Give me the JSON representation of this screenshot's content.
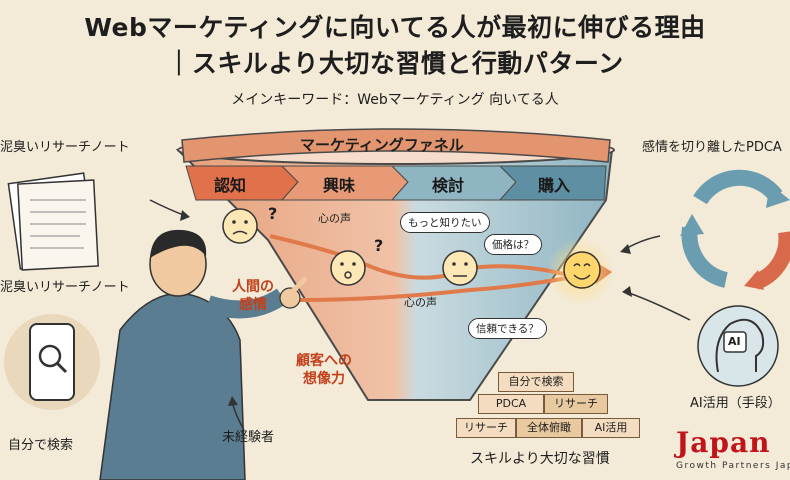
{
  "header": {
    "title_line1": "Webマーケティングに向いてる人が最初に伸びる理由",
    "title_line2": "｜スキルより大切な習慣と行動パターン",
    "keyword_line": "メインキーワード：Webマーケティング 向いてる人"
  },
  "funnel": {
    "title": "マーケティングファネル",
    "stages": [
      "認知",
      "興味",
      "検討",
      "購入"
    ],
    "colors": {
      "stage1": "#e0714a",
      "stage2": "#e89a76",
      "stage3": "#8fb5c2",
      "stage4": "#5f8fa2"
    }
  },
  "bubbles": {
    "want_more": "もっと知りたい",
    "price": "価格は？",
    "trust": "信頼できる？"
  },
  "inner_labels": {
    "voice1": "心の声",
    "voice2": "心の声",
    "question": "?"
  },
  "left": {
    "note_top": "泥臭いリサーチノート",
    "note_bottom": "泥臭いリサーチノート",
    "search_self": "自分で検索",
    "inexperienced": "未経験者"
  },
  "red_labels": {
    "human_emotion": "人間の\n感情",
    "customer_imagination": "顧客への\n想像力"
  },
  "right": {
    "pdca_title": "感情を切り離したPDCA",
    "ai_label": "AI活用（手段）",
    "ai_chip": "AI"
  },
  "habits": {
    "row_top": [
      "自分で検索"
    ],
    "row_mid": [
      "PDCA",
      "リサーチ"
    ],
    "row_bottom": [
      "リサーチ",
      "全体俯瞰",
      "AI活用"
    ],
    "caption": "スキルより大切な習慣"
  },
  "brand": {
    "name": "Japan",
    "tagline": "Growth Partners Japan"
  }
}
